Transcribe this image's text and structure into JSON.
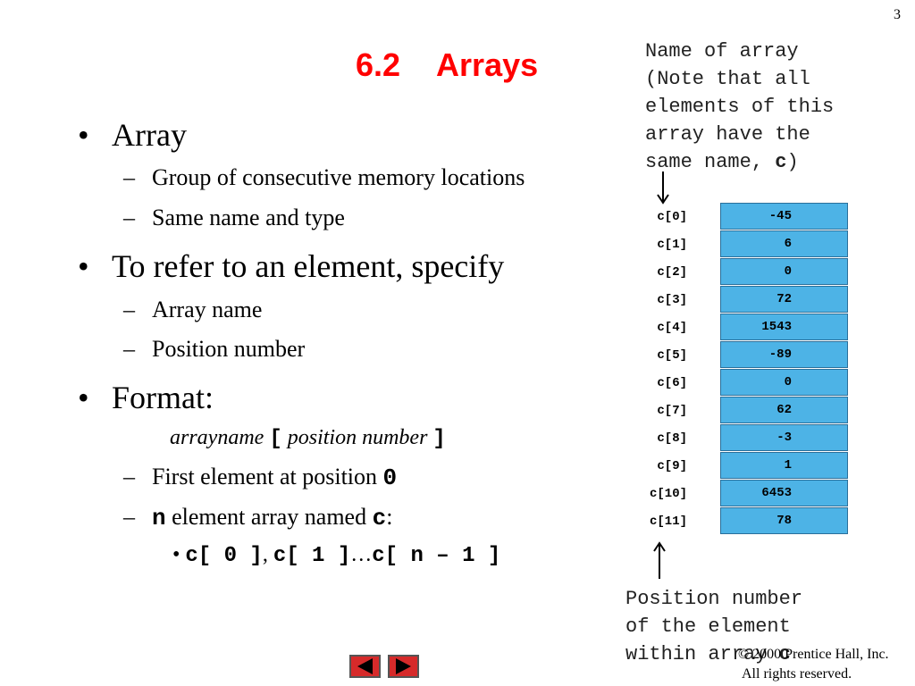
{
  "slide_number": "3",
  "title": "6.2    Arrays",
  "bullets": {
    "array": "Array",
    "array_sub1": "Group of consecutive memory locations",
    "array_sub2": "Same name and type",
    "refer": "To refer to an element, specify",
    "refer_sub1": "Array name",
    "refer_sub2": "Position number",
    "format": "Format:",
    "format_arrayname": "arrayname",
    "format_bracket_open": "[",
    "format_position": "position number",
    "format_bracket_close": "]",
    "first_text": "First element at position ",
    "first_zero": "0",
    "n_var": "n",
    "n_text": " element array named ",
    "n_c": "c",
    "n_colon": ":",
    "ex_c0": "c[ 0 ]",
    "ex_comma": ",",
    "ex_c1": "c[ 1 ]",
    "ex_ellipsis": "…",
    "ex_cn": "c[ n – 1 ]"
  },
  "note_top": {
    "text": "Name of array\n(Note that all\nelements of this\narray have the\nsame name, ",
    "name": "c",
    "close": ")"
  },
  "note_bottom": {
    "text": "Position number\nof the element\nwithin array ",
    "name": "c"
  },
  "array_rows": [
    {
      "index": "c[0]",
      "value": "-45"
    },
    {
      "index": "c[1]",
      "value": "6"
    },
    {
      "index": "c[2]",
      "value": "0"
    },
    {
      "index": "c[3]",
      "value": "72"
    },
    {
      "index": "c[4]",
      "value": "1543"
    },
    {
      "index": "c[5]",
      "value": "-89"
    },
    {
      "index": "c[6]",
      "value": "0"
    },
    {
      "index": "c[7]",
      "value": "62"
    },
    {
      "index": "c[8]",
      "value": "-3"
    },
    {
      "index": "c[9]",
      "value": "1"
    },
    {
      "index": "c[10]",
      "value": "6453"
    },
    {
      "index": "c[11]",
      "value": "78"
    }
  ],
  "copyright": {
    "line1": "© 2000 Prentice Hall, Inc.",
    "line2": "All rights reserved."
  },
  "colors": {
    "title": "#ff0000",
    "cell_fill": "#4db3e6",
    "nav_button": "#d62a2a"
  }
}
